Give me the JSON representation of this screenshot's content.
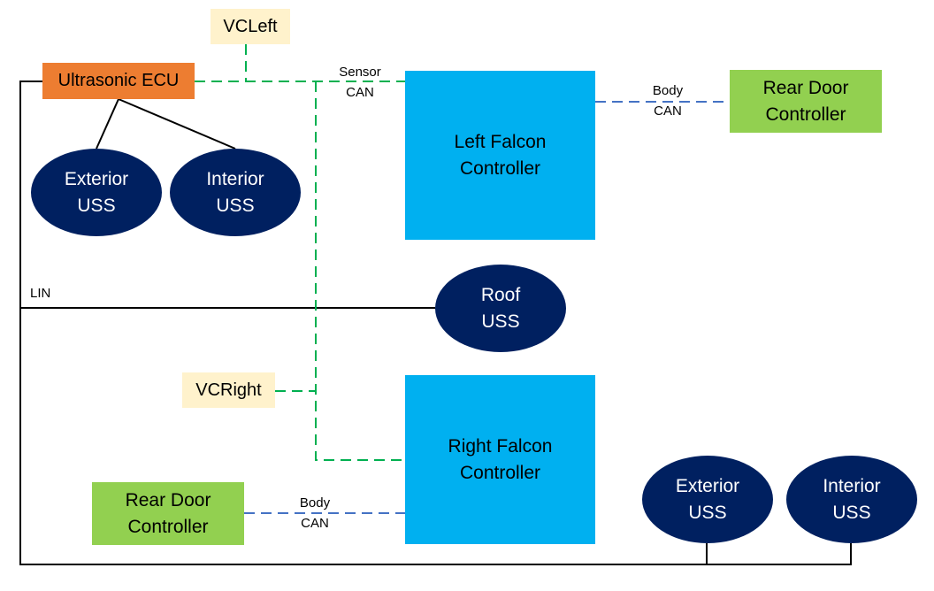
{
  "diagram": {
    "nodes": {
      "ultrasonic_ecu": "Ultrasonic ECU",
      "vc_left": "VCLeft",
      "vc_right": "VCRight",
      "left_falcon": [
        "Left Falcon",
        "Controller"
      ],
      "right_falcon": [
        "Right Falcon",
        "Controller"
      ],
      "rear_door_controller_top": [
        "Rear Door",
        "Controller"
      ],
      "rear_door_controller_bottom": [
        "Rear Door",
        "Controller"
      ],
      "exterior_uss_top": [
        "Exterior",
        "USS"
      ],
      "interior_uss_top": [
        "Interior",
        "USS"
      ],
      "roof_uss": [
        "Roof",
        "USS"
      ],
      "exterior_uss_bottom": [
        "Exterior",
        "USS"
      ],
      "interior_uss_bottom": [
        "Interior",
        "USS"
      ]
    },
    "bus_labels": {
      "sensor_can": [
        "Sensor",
        "CAN"
      ],
      "body_can_top": [
        "Body",
        "CAN"
      ],
      "body_can_bottom": [
        "Body",
        "CAN"
      ],
      "lin": "LIN"
    },
    "colors": {
      "ecu": "#ed7d31",
      "vc": "#fff2cc",
      "falcon": "#00b0f0",
      "rear_door": "#92d050",
      "uss": "#002060",
      "sensor_can_line": "#00b050",
      "body_can_line": "#4472c4",
      "lin_line": "#000000"
    },
    "connections": [
      {
        "from": "ultrasonic_ecu",
        "to": "left_falcon",
        "bus": "Sensor CAN"
      },
      {
        "from": "vc_left",
        "to": "sensor_can",
        "bus": "Sensor CAN"
      },
      {
        "from": "vc_right",
        "to": "sensor_can",
        "bus": "Sensor CAN"
      },
      {
        "from": "sensor_can",
        "to": "right_falcon",
        "bus": "Sensor CAN"
      },
      {
        "from": "left_falcon",
        "to": "rear_door_controller_top",
        "bus": "Body CAN"
      },
      {
        "from": "rear_door_controller_bottom",
        "to": "right_falcon",
        "bus": "Body CAN"
      },
      {
        "from": "ultrasonic_ecu",
        "to": "exterior_uss_top",
        "bus": "direct"
      },
      {
        "from": "ultrasonic_ecu",
        "to": "interior_uss_top",
        "bus": "direct"
      },
      {
        "from": "ultrasonic_ecu",
        "to": "roof_uss",
        "bus": "LIN"
      },
      {
        "from": "ultrasonic_ecu",
        "to": "exterior_uss_bottom",
        "bus": "LIN"
      },
      {
        "from": "ultrasonic_ecu",
        "to": "interior_uss_bottom",
        "bus": "LIN"
      }
    ]
  }
}
